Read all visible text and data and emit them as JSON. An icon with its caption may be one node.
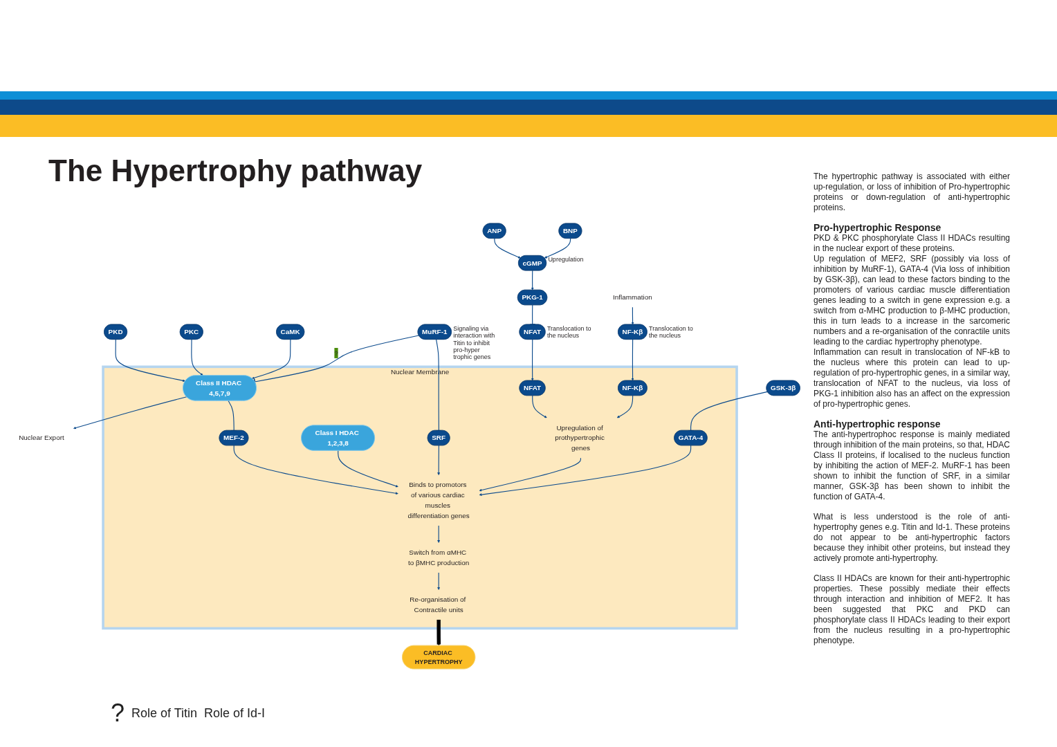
{
  "diagram": {
    "title": "The Hypertrophy pathway",
    "nodes": [
      {
        "text": [
          "Nuclear Membrane"
        ]
      },
      {
        "text": [
          "Nuclear Export"
        ]
      },
      {
        "text": [
          "PKD"
        ]
      },
      {
        "text": [
          "PKC"
        ]
      },
      {
        "text": [
          "CaMK"
        ]
      },
      {
        "text": [
          "ANP"
        ]
      },
      {
        "text": [
          "BNP"
        ]
      },
      {
        "text": [
          "MuRF-1"
        ],
        "beside": [
          "Signaling via interaction with Titin to inhibit pro-hyper trophic genes"
        ]
      },
      {
        "text": [
          "cGMP"
        ],
        "beside": [
          "Upregulation"
        ]
      },
      {
        "text": [
          "Class II HDAC 4,5,7,9"
        ],
        "in": 0
      },
      {
        "text": [
          "GSK-3β"
        ]
      },
      {
        "text": [
          "PKG-1"
        ]
      },
      {
        "text": [
          "SRF"
        ],
        "in": 0
      },
      {
        "text": [
          "Class I HDAC 1,2,3,8"
        ],
        "in": 0
      },
      {
        "text": [
          "GATA-4"
        ],
        "in": 0
      },
      {
        "text": [
          "NFAT"
        ],
        "beside": [
          "Translocation to the nucleus"
        ]
      },
      {
        "text": [
          "MEF-2"
        ],
        "in": 0
      },
      {
        "text": [
          "Inflammation"
        ]
      },
      {
        "text": [
          "NFAT"
        ],
        "in": 0
      },
      {
        "text": [
          "NF-Kβ"
        ],
        "beside": [
          "Translocation to the nucleus"
        ]
      },
      {
        "text": [
          "NF-Kβ"
        ],
        "in": 0
      },
      {
        "text": [
          "Binds to promotors of various cardiac muscles differentiation genes"
        ],
        "in": 0
      },
      {
        "text": [
          "Upregulation of prothypertrophic genes"
        ],
        "in": 0
      },
      {
        "text": [
          "Switch from αMHC to βMHC production"
        ],
        "in": 0
      },
      {
        "text": [
          "Re-organisation of Contractile units"
        ],
        "in": 0
      },
      {
        "text": [
          "CARDIAC HYPERTROPHY"
        ]
      }
    ],
    "edges": [
      {
        "from": 2,
        "to": 9,
        "arrow": "to"
      },
      {
        "from": 3,
        "to": 9,
        "arrow": "to"
      },
      {
        "from": 4,
        "to": 9,
        "arrow": "to"
      },
      {
        "from": 7,
        "to": 9,
        "arrow": "other",
        "label": "?"
      },
      {
        "from": 9,
        "to": 1,
        "arrow": "to"
      },
      {
        "from": 9,
        "to": 16,
        "arrow": "other"
      },
      {
        "from": 7,
        "to": 12,
        "arrow": "other"
      },
      {
        "from": 10,
        "to": 14,
        "arrow": "other"
      },
      {
        "from": 5,
        "to": 8,
        "arrow": "to"
      },
      {
        "from": 6,
        "to": 8,
        "arrow": "to"
      },
      {
        "from": 8,
        "to": 11,
        "arrow": "to"
      },
      {
        "from": 11,
        "to": 15,
        "arrow": "other"
      },
      {
        "from": 15,
        "to": 18,
        "arrow": "to"
      },
      {
        "from": 17,
        "to": 19,
        "arrow": "to"
      },
      {
        "from": 19,
        "to": 20,
        "arrow": "to"
      },
      {
        "from": 16,
        "to": 21,
        "arrow": "to"
      },
      {
        "from": 13,
        "to": 21,
        "arrow": "to"
      },
      {
        "from": 12,
        "to": 21,
        "arrow": "to"
      },
      {
        "from": 14,
        "to": 21,
        "arrow": "to"
      },
      {
        "from": 18,
        "to": 22,
        "arrow": "to"
      },
      {
        "from": 20,
        "to": 22,
        "arrow": "to"
      },
      {
        "from": 22,
        "to": 21,
        "arrow": "to"
      },
      {
        "from": 21,
        "to": 23,
        "arrow": "to"
      },
      {
        "from": 23,
        "to": 24,
        "arrow": "to"
      },
      {
        "from": 24,
        "to": 25,
        "arrow": "to",
        "style": "thick",
        "color": "#000000"
      }
    ],
    "labels": [
      "?",
      "Role of Titin",
      "Role of Id-I",
      "The hypertrophic pathway is associated with either up-regulation, or loss of inhibition of Pro-hypertrophic proteins or down-regulation of anti-hypertrophic proteins.",
      "Pro-hypertrophic Response",
      "PKD & PKC phosphorylate Class II HDACs resulting in the nuclear export of these proteins.",
      "Up regulation of MEF2, SRF (possibly via loss of inhibition by MuRF-1), GATA-4 (Via loss of inhibition by GSK-3β), can lead to these factors binding to the promoters of various cardiac muscle differentiation genes leading to a switch in gene expression e.g. a switch from α-MHC production to β-MHC production, this in turn leads to a increase in the sarcomeric numbers and a re-organisation of the conractile units leading to the cardiac hypertrophy phenotype.",
      "Inflammation can result in translocation of NF-kB to the nucleus where this protein can lead to up-regulation of pro-hypertrophic genes, in a similar way, translocation of NFAT to the nucleus, via loss of PKG-1 inhibition also has an affect on the expression of pro-hypertrophic genes.",
      "Anti-hypertrophic response",
      "The anti-hypertrophoc response is mainly mediated through inhibition of the main proteins, so that, HDAC Class II proteins, if localised to the nucleus function by inhibiting the action of MEF-2. MuRF-1 has been shown to inhibit the function of SRF, in a similar manner, GSK-3β has been shown to inhibit the function of GATA-4.",
      "What is less understood is the role of anti-hypertrophy genes e.g. Titin and Id-1. These proteins do not appear to be anti-hypertrophic factors because they inhibit other proteins, but instead they actively promote anti-hypertrophy.",
      "Class II HDACs are known for their anti-hypertrophic properties. These possibly mediate their effects through interaction and inhibition of MEF2. It has been suggested that PKC and PKD can phosphorylate class II HDACs leading to their export from the nucleus resulting in a pro-hypertrophic phenotype."
    ]
  }
}
